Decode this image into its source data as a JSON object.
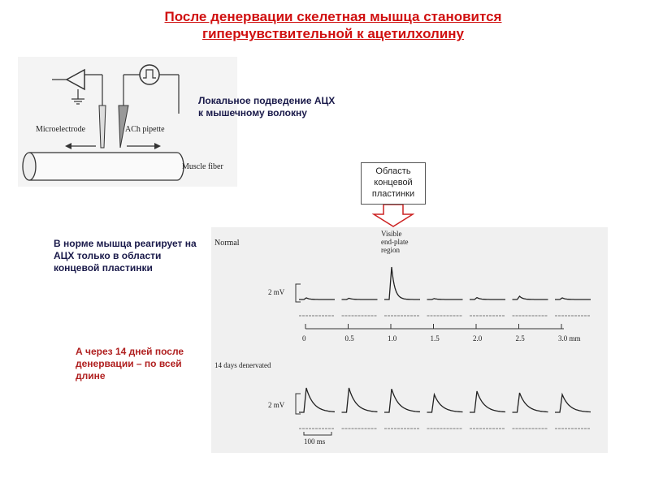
{
  "title": {
    "line1": "После денервации скелетная мышца становится",
    "line2": "гиперчувствительной  к ацетилхолину"
  },
  "notes": {
    "local": "Локальное подведение АЦХ к мышечному волокну",
    "normal": "В норме мышца реагирует на АЦХ только в области концевой пластинки",
    "denervated": "А через 14 дней после денервации – по всей длине"
  },
  "callout": {
    "text": "Область концевой пластинки"
  },
  "setup": {
    "microelectrode_label": "Microelectrode",
    "pipette_label": "ACh pipette",
    "fiber_label": "Muscle fiber"
  },
  "figure": {
    "normal_label": "Normal",
    "visible_label_1": "Visible",
    "visible_label_2": "end-plate",
    "visible_label_3": "region",
    "denervated_label": "14 days denervated",
    "scale_mv_top": "2 mV",
    "scale_mv_bottom": "2 mV",
    "time_scale": "100 ms",
    "axis_ticks": [
      "0",
      "0.5",
      "1.0",
      "1.5",
      "2.0",
      "2.5",
      "3.0 mm"
    ],
    "normal_amplitudes": [
      0.05,
      0.04,
      1.0,
      0.03,
      0.06,
      0.1,
      0.05
    ],
    "denervated_amplitudes": [
      0.75,
      0.75,
      0.72,
      0.55,
      0.65,
      0.6,
      0.55
    ]
  }
}
